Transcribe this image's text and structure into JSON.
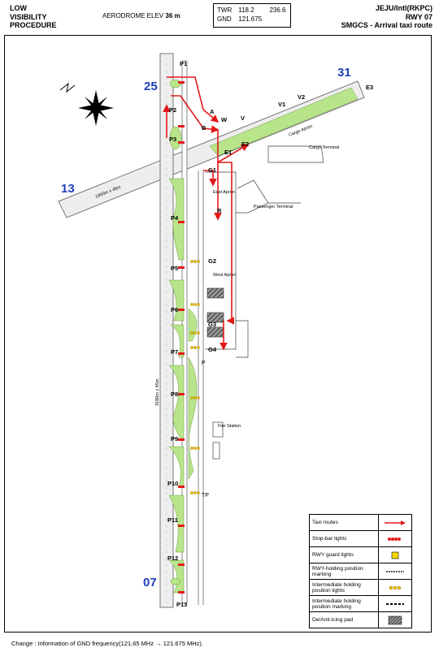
{
  "header": {
    "left_lines": [
      "LOW",
      "VISIBILITY",
      "PROCEDURE"
    ],
    "elev_label": "AERODROME ELEV",
    "elev_value": "36 m",
    "freqs": [
      {
        "name": "TWR",
        "a": "118.2",
        "b": "236.6"
      },
      {
        "name": "GND",
        "a": "121.675",
        "b": ""
      }
    ],
    "right_lines": [
      "JEJU/Intl(RKPC)",
      "RWY 07",
      "SMGCS - Arrival taxi route"
    ]
  },
  "runways": {
    "main": {
      "end_a": "25",
      "end_b": "07",
      "dims": "3180m x 45m"
    },
    "cross": {
      "end_a": "13",
      "end_b": "31",
      "dims": "1900m x 45m"
    }
  },
  "taxiway_labels": [
    "P1",
    "P2",
    "P3",
    "P4",
    "P5",
    "P6",
    "P7",
    "P8",
    "P9",
    "P10",
    "P11",
    "P12",
    "P13",
    "A",
    "B",
    "W",
    "V",
    "V1",
    "V2",
    "E1",
    "E2",
    "E3",
    "G1",
    "G2",
    "G3",
    "G4",
    "R"
  ],
  "area_labels": {
    "east_apron": "East Apron",
    "west_apron": "West Apron",
    "passenger_terminal": "Passenger Terminal",
    "cargo_terminal": "Cargo Terminal",
    "cargo_apron": "Cargo Apron",
    "fire_station": "Fire Station",
    "tp": "TP",
    "p": "P"
  },
  "legend": [
    {
      "label": "Taxi routes",
      "symbol": "taxi-route"
    },
    {
      "label": "Stop-bar lights",
      "symbol": "stop-bar"
    },
    {
      "label": "RWY guard lights",
      "symbol": "rwy-guard"
    },
    {
      "label": "RWY-holding position marking",
      "symbol": "holding-marking"
    },
    {
      "label": "Intermediate holding position lights",
      "symbol": "intermediate-lights"
    },
    {
      "label": "Intermediate holding position marking",
      "symbol": "intermediate-marking"
    },
    {
      "label": "De/Anti-icing pad",
      "symbol": "deicing-pad"
    }
  ],
  "footer": "Change : Information of GND frequency(121.65 MHz → 121.675 MHz).",
  "colors": {
    "route": "#e21a1a",
    "grass": "#b9e58a",
    "runway": "#eeeeee",
    "runway_num": "#1f3fb8"
  }
}
